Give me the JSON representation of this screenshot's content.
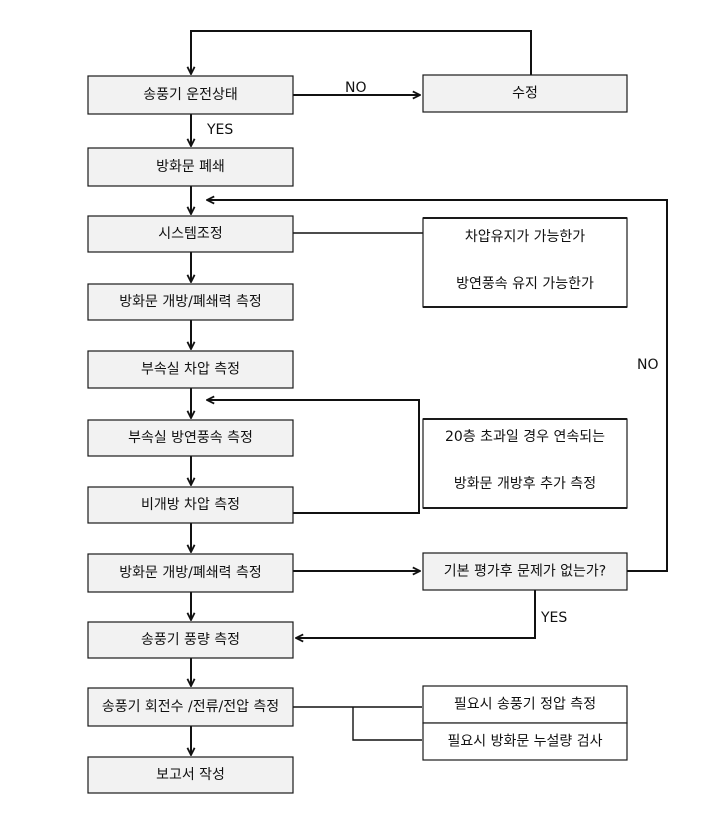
{
  "nodes": {
    "fan_status": "송풍기 운전상태",
    "fix": "수정",
    "door_close": "방화문 폐쇄",
    "system_adjust": "시스템조정",
    "door_force_1": "방화문 개방/폐쇄력 측정",
    "vestibule_dp": "부속실 차압 측정",
    "vestibule_velocity": "부속실 방연풍속 측정",
    "nonopen_dp": "비개방 차압 측정",
    "door_force_2": "방화문 개방/폐쇄력 측정",
    "basic_eval": "기본 평가후 문제가 없는가?",
    "fan_airflow": "송풍기 풍량 측정",
    "fan_measure": "송풍기 회전수 /전류/전압 측정",
    "report": "보고서 작성"
  },
  "notes": {
    "check_line1": "차압유지가 가능한가",
    "check_line2": "방연풍속 유지 가능한가",
    "floor_line1": "20층 초과일 경우 연속되는",
    "floor_line2": "방화문 개방후 추가 측정",
    "optional_1": "필요시 송풍기 정압 측정",
    "optional_2": "필요시 방화문 누설량 검사"
  },
  "labels": {
    "no_top": "NO",
    "yes_top": "YES",
    "no_right": "NO",
    "yes_bottom": "YES"
  }
}
